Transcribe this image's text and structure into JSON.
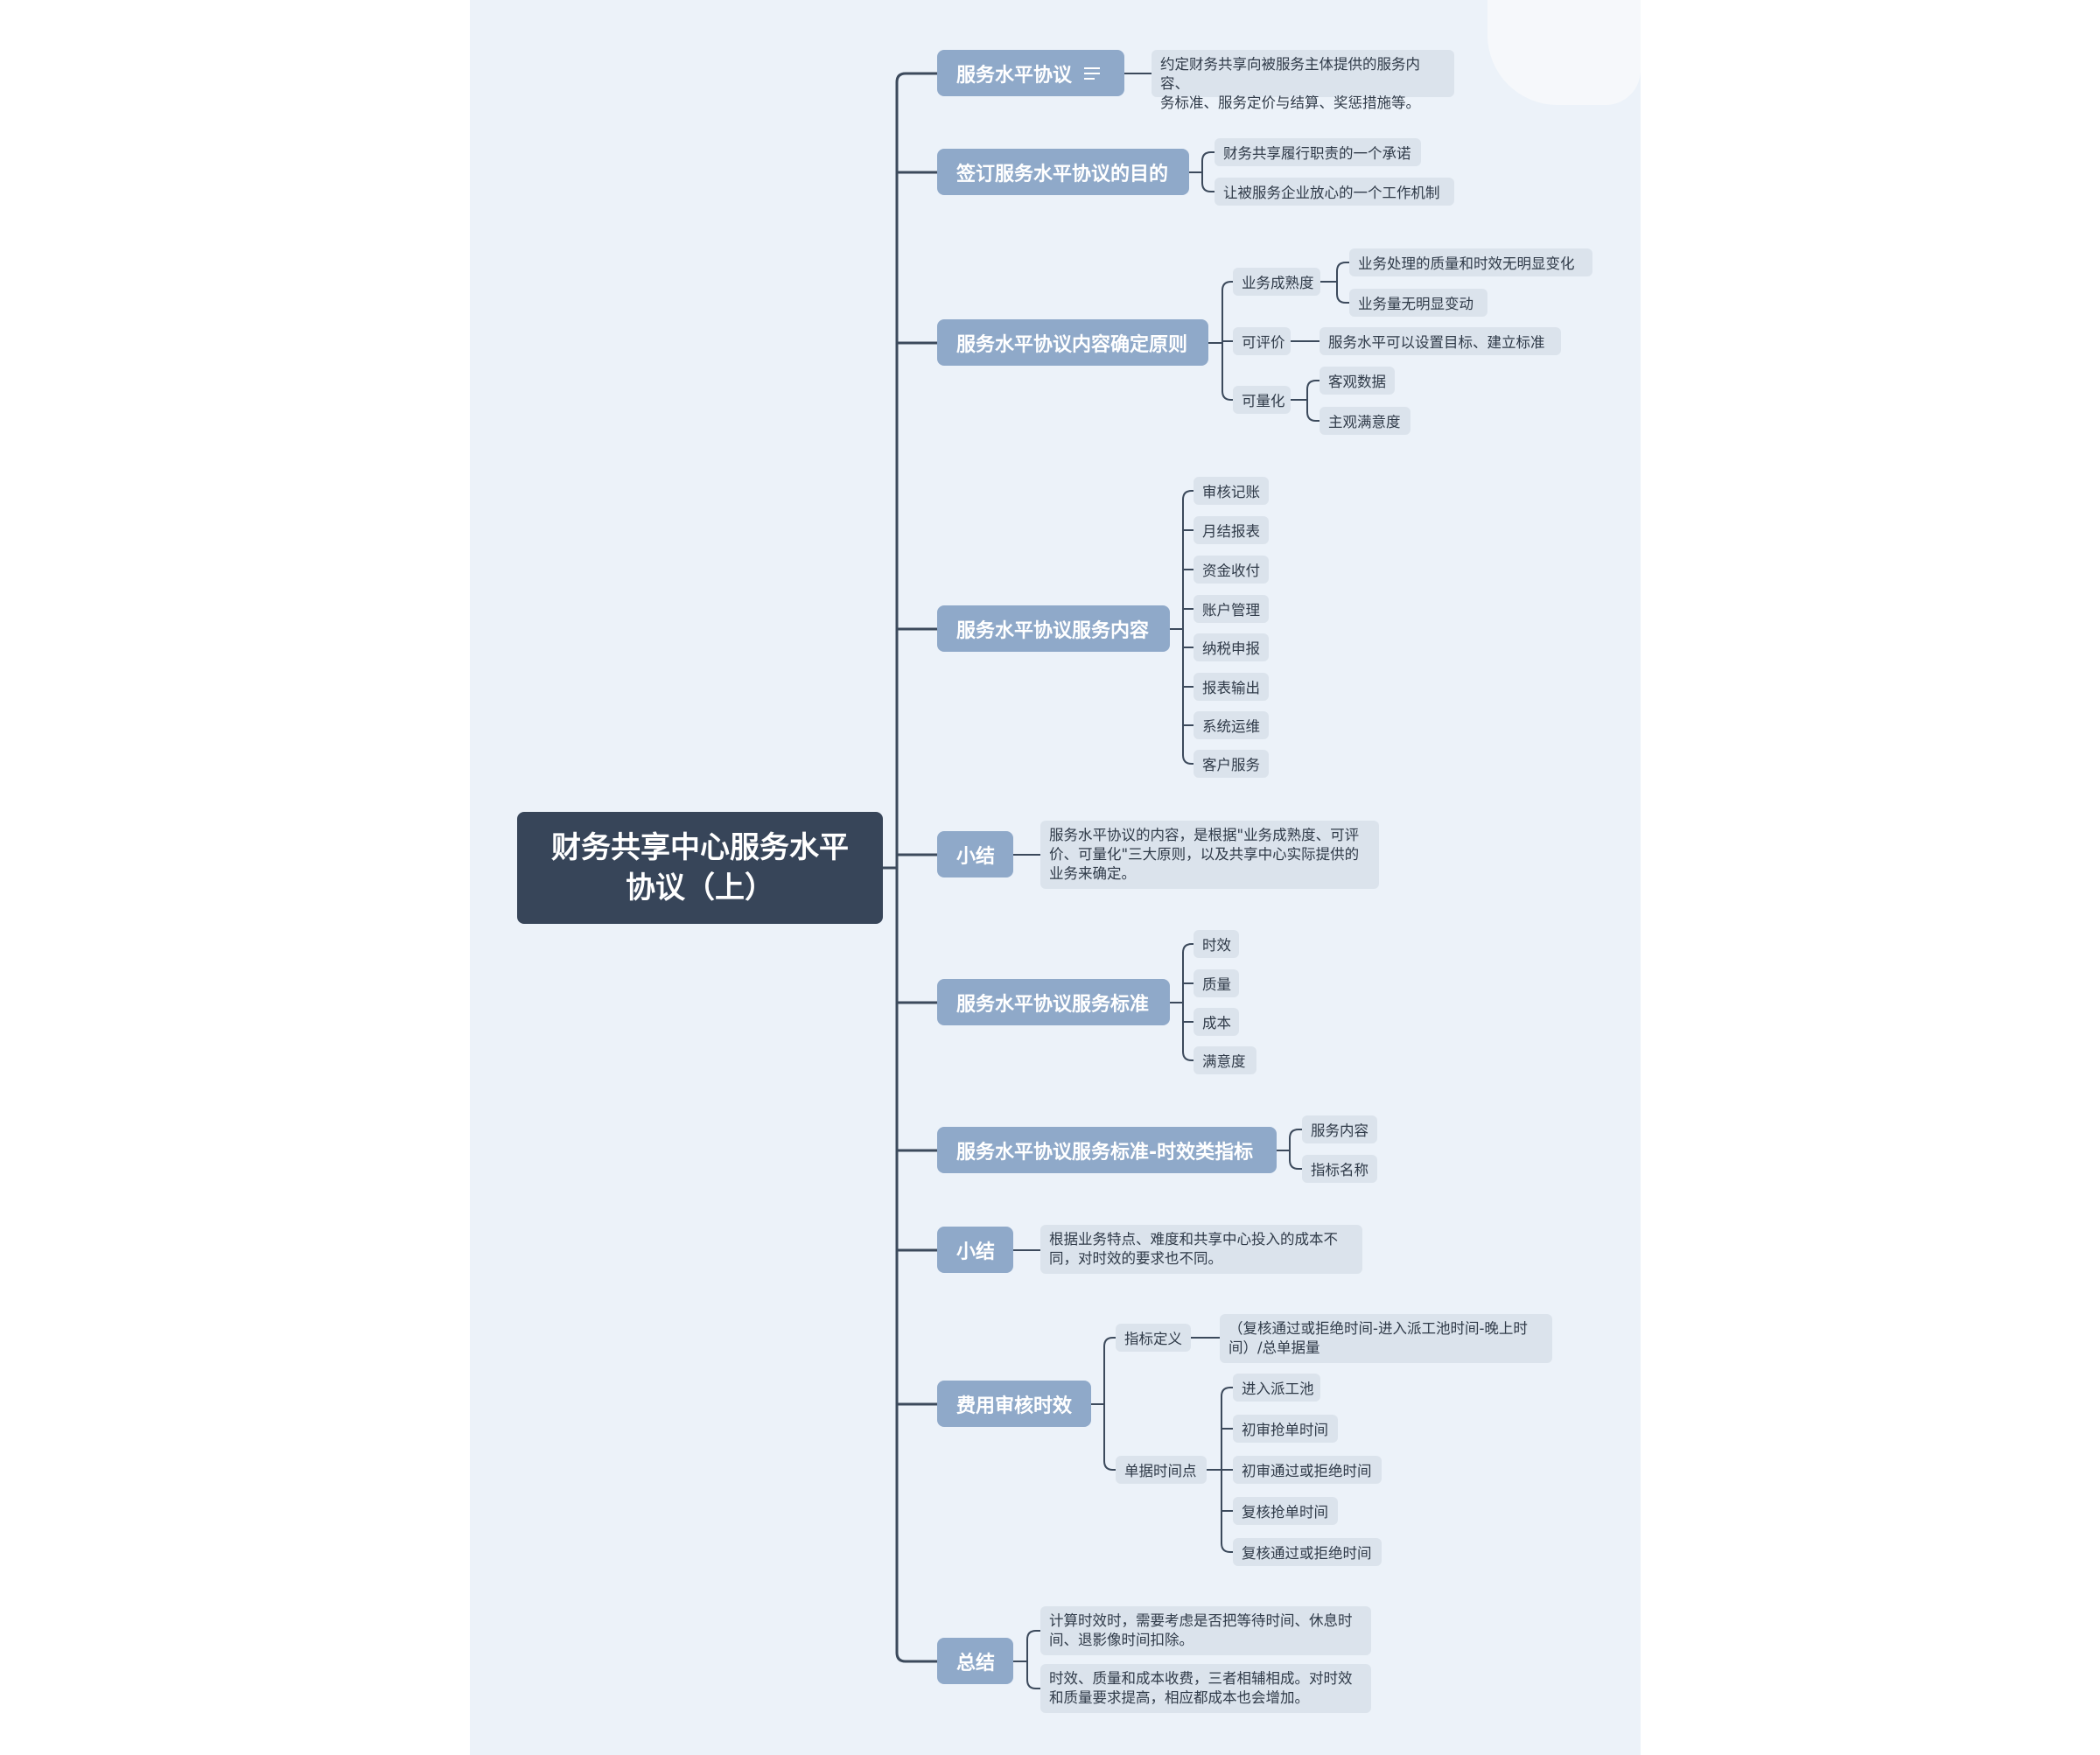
{
  "root": {
    "title": "财务共享中心服务水平协议（上）"
  },
  "branches": [
    {
      "id": "b1",
      "label": "服务水平协议",
      "has_notes_icon": true,
      "children": [
        {
          "label": "约定财务共享向被服务主体提供的服务内容、\n务标准、服务定价与结算、奖惩措施等。"
        }
      ]
    },
    {
      "id": "b2",
      "label": "签订服务水平协议的目的",
      "children": [
        {
          "label": "财务共享履行职责的一个承诺"
        },
        {
          "label": "让被服务企业放心的一个工作机制"
        }
      ]
    },
    {
      "id": "b3",
      "label": "服务水平协议内容确定原则",
      "children": [
        {
          "label": "业务成熟度",
          "children": [
            {
              "label": "业务处理的质量和时效无明显变化"
            },
            {
              "label": "业务量无明显变动"
            }
          ]
        },
        {
          "label": "可评价",
          "children": [
            {
              "label": "服务水平可以设置目标、建立标准"
            }
          ]
        },
        {
          "label": "可量化",
          "children": [
            {
              "label": "客观数据"
            },
            {
              "label": "主观满意度"
            }
          ]
        }
      ]
    },
    {
      "id": "b4",
      "label": "服务水平协议服务内容",
      "children": [
        {
          "label": "审核记账"
        },
        {
          "label": "月结报表"
        },
        {
          "label": "资金收付"
        },
        {
          "label": "账户管理"
        },
        {
          "label": "纳税申报"
        },
        {
          "label": "报表输出"
        },
        {
          "label": "系统运维"
        },
        {
          "label": "客户服务"
        }
      ]
    },
    {
      "id": "b5",
      "label": "小结",
      "children": [
        {
          "label": "服务水平协议的内容，是根据\"业务成熟度、可评\n价、可量化\"三大原则，以及共享中心实际提供的\n业务来确定。"
        }
      ]
    },
    {
      "id": "b6",
      "label": "服务水平协议服务标准",
      "children": [
        {
          "label": "时效"
        },
        {
          "label": "质量"
        },
        {
          "label": "成本"
        },
        {
          "label": "满意度"
        }
      ]
    },
    {
      "id": "b7",
      "label": "服务水平协议服务标准-时效类指标",
      "children": [
        {
          "label": "服务内容"
        },
        {
          "label": "指标名称"
        }
      ]
    },
    {
      "id": "b8",
      "label": "小结",
      "children": [
        {
          "label": " 根据业务特点、难度和共享中心投入的成本不\n同，对时效的要求也不同。"
        }
      ]
    },
    {
      "id": "b9",
      "label": "费用审核时效",
      "children": [
        {
          "label": "指标定义",
          "children": [
            {
              "label": "（复核通过或拒绝时间-进入派工池时间-晚上时\n间）/总单据量"
            }
          ]
        },
        {
          "label": "单据时间点",
          "children": [
            {
              "label": "进入派工池"
            },
            {
              "label": "初审抢单时间"
            },
            {
              "label": "初审通过或拒绝时间"
            },
            {
              "label": "复核抢单时间"
            },
            {
              "label": "复核通过或拒绝时间"
            }
          ]
        }
      ]
    },
    {
      "id": "b10",
      "label": "总结",
      "children": [
        {
          "label": "计算时效时，需要考虑是否把等待时间、休息时\n间、退影像时间扣除。"
        },
        {
          "label": "时效、质量和成本收费，三者相辅相成。对时效\n和质量要求提高，相应都成本也会增加。"
        }
      ]
    }
  ],
  "colors": {
    "canvas": "#ecf2f9",
    "root": "#374559",
    "topic": "#8fa9c9",
    "leaf": "#dbe3ec",
    "line": "#3c4a5c"
  }
}
